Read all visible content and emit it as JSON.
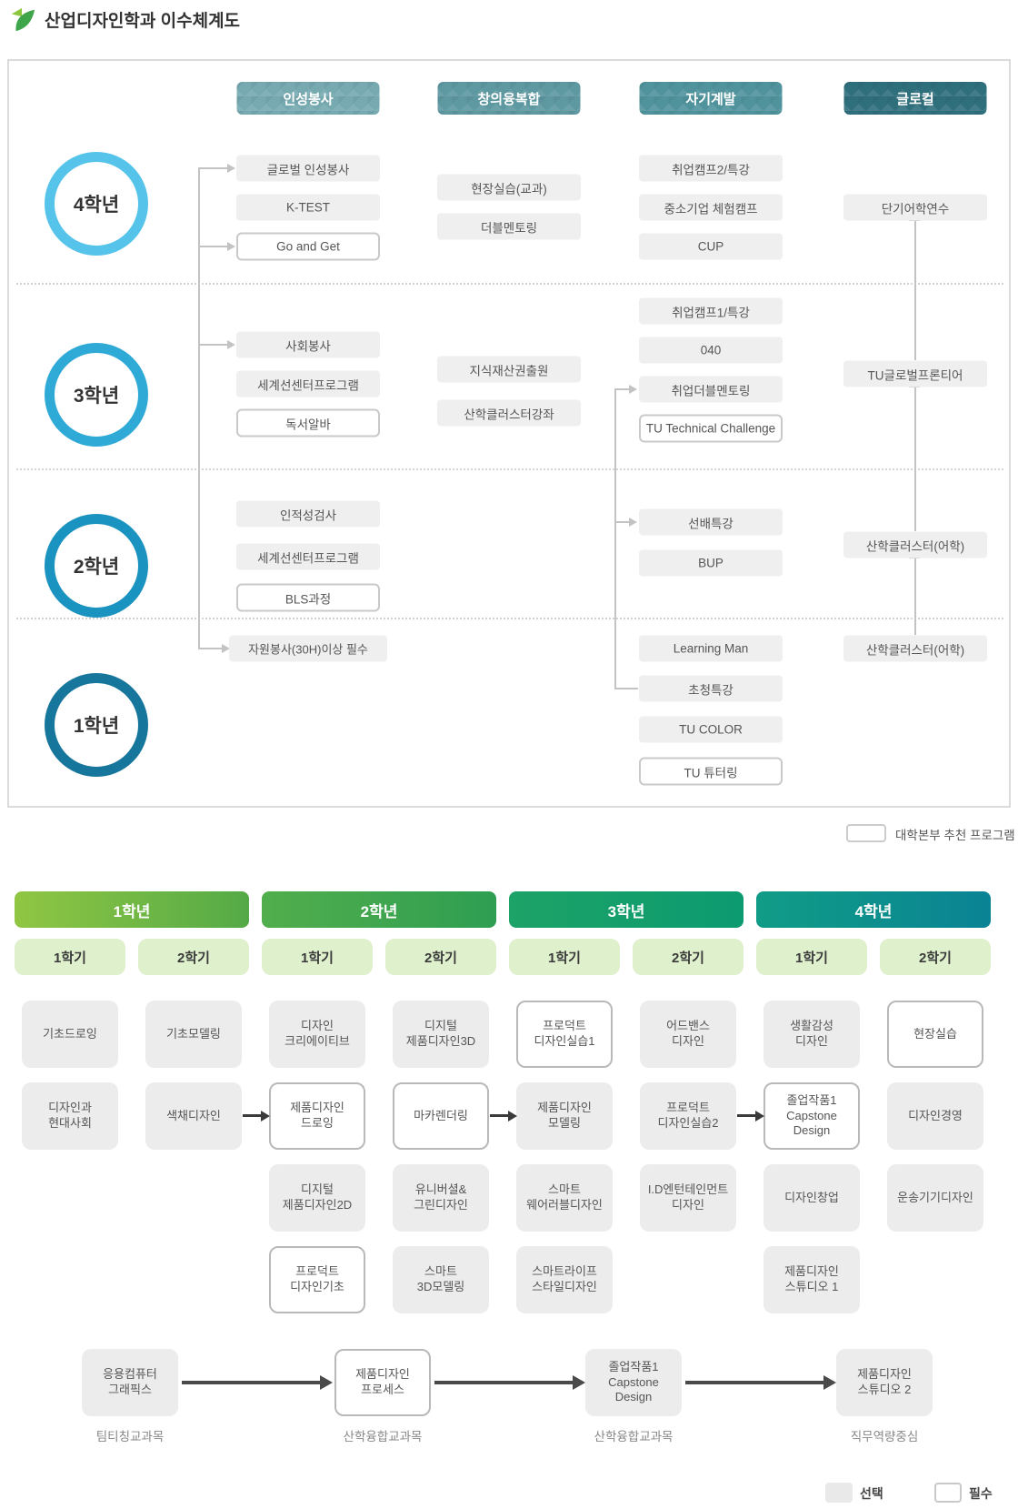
{
  "title": "산업디자인학과 이수체계도",
  "top": {
    "headers": [
      "인성봉사",
      "창의융복합",
      "자기계발",
      "글로컬"
    ],
    "years": [
      "4학년",
      "3학년",
      "2학년",
      "1학년"
    ],
    "col1": [
      "글로벌 인성봉사",
      "K-TEST",
      "Go and Get",
      "사회봉사",
      "세계선센터프로그램",
      "독서알바",
      "인적성검사",
      "세계선센터프로그램",
      "BLS과정",
      "자원봉사(30H)이상 필수"
    ],
    "col2": [
      "현장실습(교과)",
      "더블멘토링",
      "지식재산권출원",
      "산학클러스터강좌"
    ],
    "col3": [
      "취업캠프2/특강",
      "중소기업 체험캠프",
      "CUP",
      "취업캠프1/특강",
      "040",
      "취업더블멘토링",
      "TU Technical Challenge",
      "선배특강",
      "BUP",
      "Learning Man",
      "초청특강",
      "TU COLOR",
      "TU 튜터링"
    ],
    "col4": [
      "단기어학연수",
      "TU글로벌프론티어",
      "산학클러스터(어학)",
      "산학클러스터(어학)"
    ],
    "legend": "대학본부 추천 프로그램"
  },
  "bottom": {
    "years": [
      "1학년",
      "2학년",
      "3학년",
      "4학년"
    ],
    "semesters": [
      "1학기",
      "2학기",
      "1학기",
      "2학기",
      "1학기",
      "2학기",
      "1학기",
      "2학기"
    ],
    "row1": [
      "기초드로잉",
      "기초모델링",
      "디자인\n크리에이티브",
      "디지털\n제품디자인3D",
      "프로덕트\n디자인실습1",
      "어드밴스\n디자인",
      "생활감성\n디자인",
      "현장실습"
    ],
    "row2": [
      "디자인과\n현대사회",
      "색채디자인",
      "제품디자인\n드로잉",
      "마카렌더링",
      "제품디자인\n모델링",
      "프로덕트\n디자인실습2",
      "졸업작품1\nCapstone\nDesign",
      "디자인경영"
    ],
    "row3": [
      "디지털\n제품디자인2D",
      "유니버셜&\n그린디자인",
      "스마트\n웨어러블디자인",
      "I.D엔턴테인먼트\n디자인",
      "디자인창업",
      "운송기기디자인"
    ],
    "row4": [
      "프로덕트\n디자인기초",
      "스마트\n3D모델링",
      "스마트라이프\n스타일디자인",
      "제품디자인\n스튜디오 1"
    ],
    "flow": [
      "응용컴퓨터\n그래픽스",
      "제품디자인\n프로세스",
      "졸업작품1\nCapstone\nDesign",
      "제품디자인\n스튜디오 2"
    ],
    "flow_labels": [
      "팀티칭교과목",
      "산학융합교과목",
      "산학융합교과목",
      "직무역량중심"
    ],
    "legend": {
      "optional": "선택",
      "required": "필수"
    }
  }
}
